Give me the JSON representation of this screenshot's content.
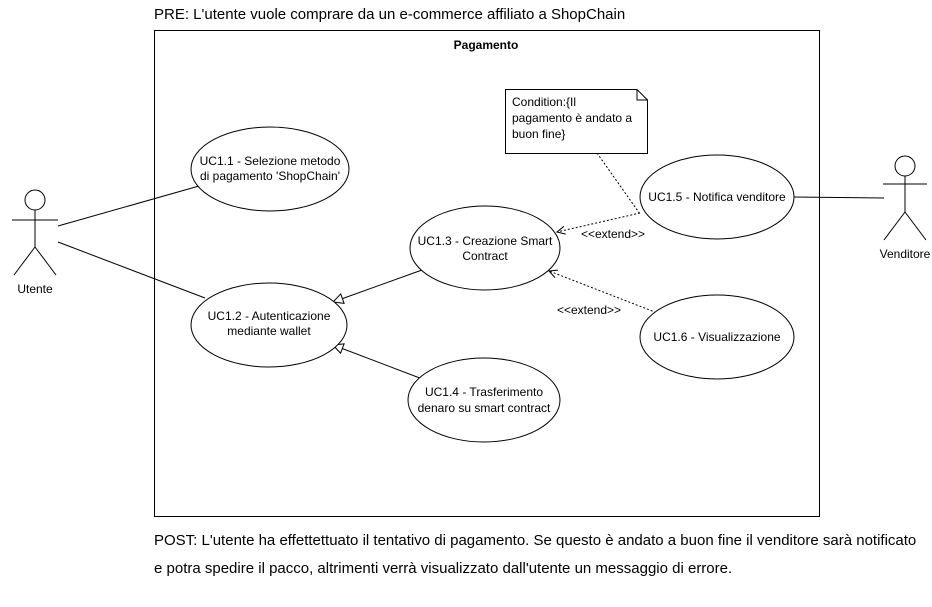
{
  "pre": "PRE: L'utente vuole comprare da un e-commerce affiliato a ShopChain",
  "system": {
    "title": "Pagamento"
  },
  "actors": {
    "utente": "Utente",
    "venditore": "Venditore"
  },
  "use_cases": {
    "uc11": [
      "UC1.1 - Selezione metodo",
      "di pagamento 'ShopChain'"
    ],
    "uc12": [
      "UC1.2 - Autenticazione",
      "mediante wallet"
    ],
    "uc13": [
      "UC1.3 - Creazione Smart",
      "Contract"
    ],
    "uc14": [
      "UC1.4 - Trasferimento",
      "denaro su smart contract"
    ],
    "uc15": [
      "UC1.5 - Notifica venditore"
    ],
    "uc16": [
      "UC1.6 - Visualizzazione"
    ]
  },
  "note": [
    "Condition:{Il",
    "pagamento è andato a",
    "buon fine}"
  ],
  "extend_labels": {
    "a": "<<extend>>",
    "b": "<<extend>>"
  },
  "post": "POST: L'utente ha effettettuato il tentativo di pagamento. Se questo è andato a buon fine il venditore sarà notificato e potra spedire il pacco, altrimenti verrà visualizzato dall'utente un messaggio di errore."
}
